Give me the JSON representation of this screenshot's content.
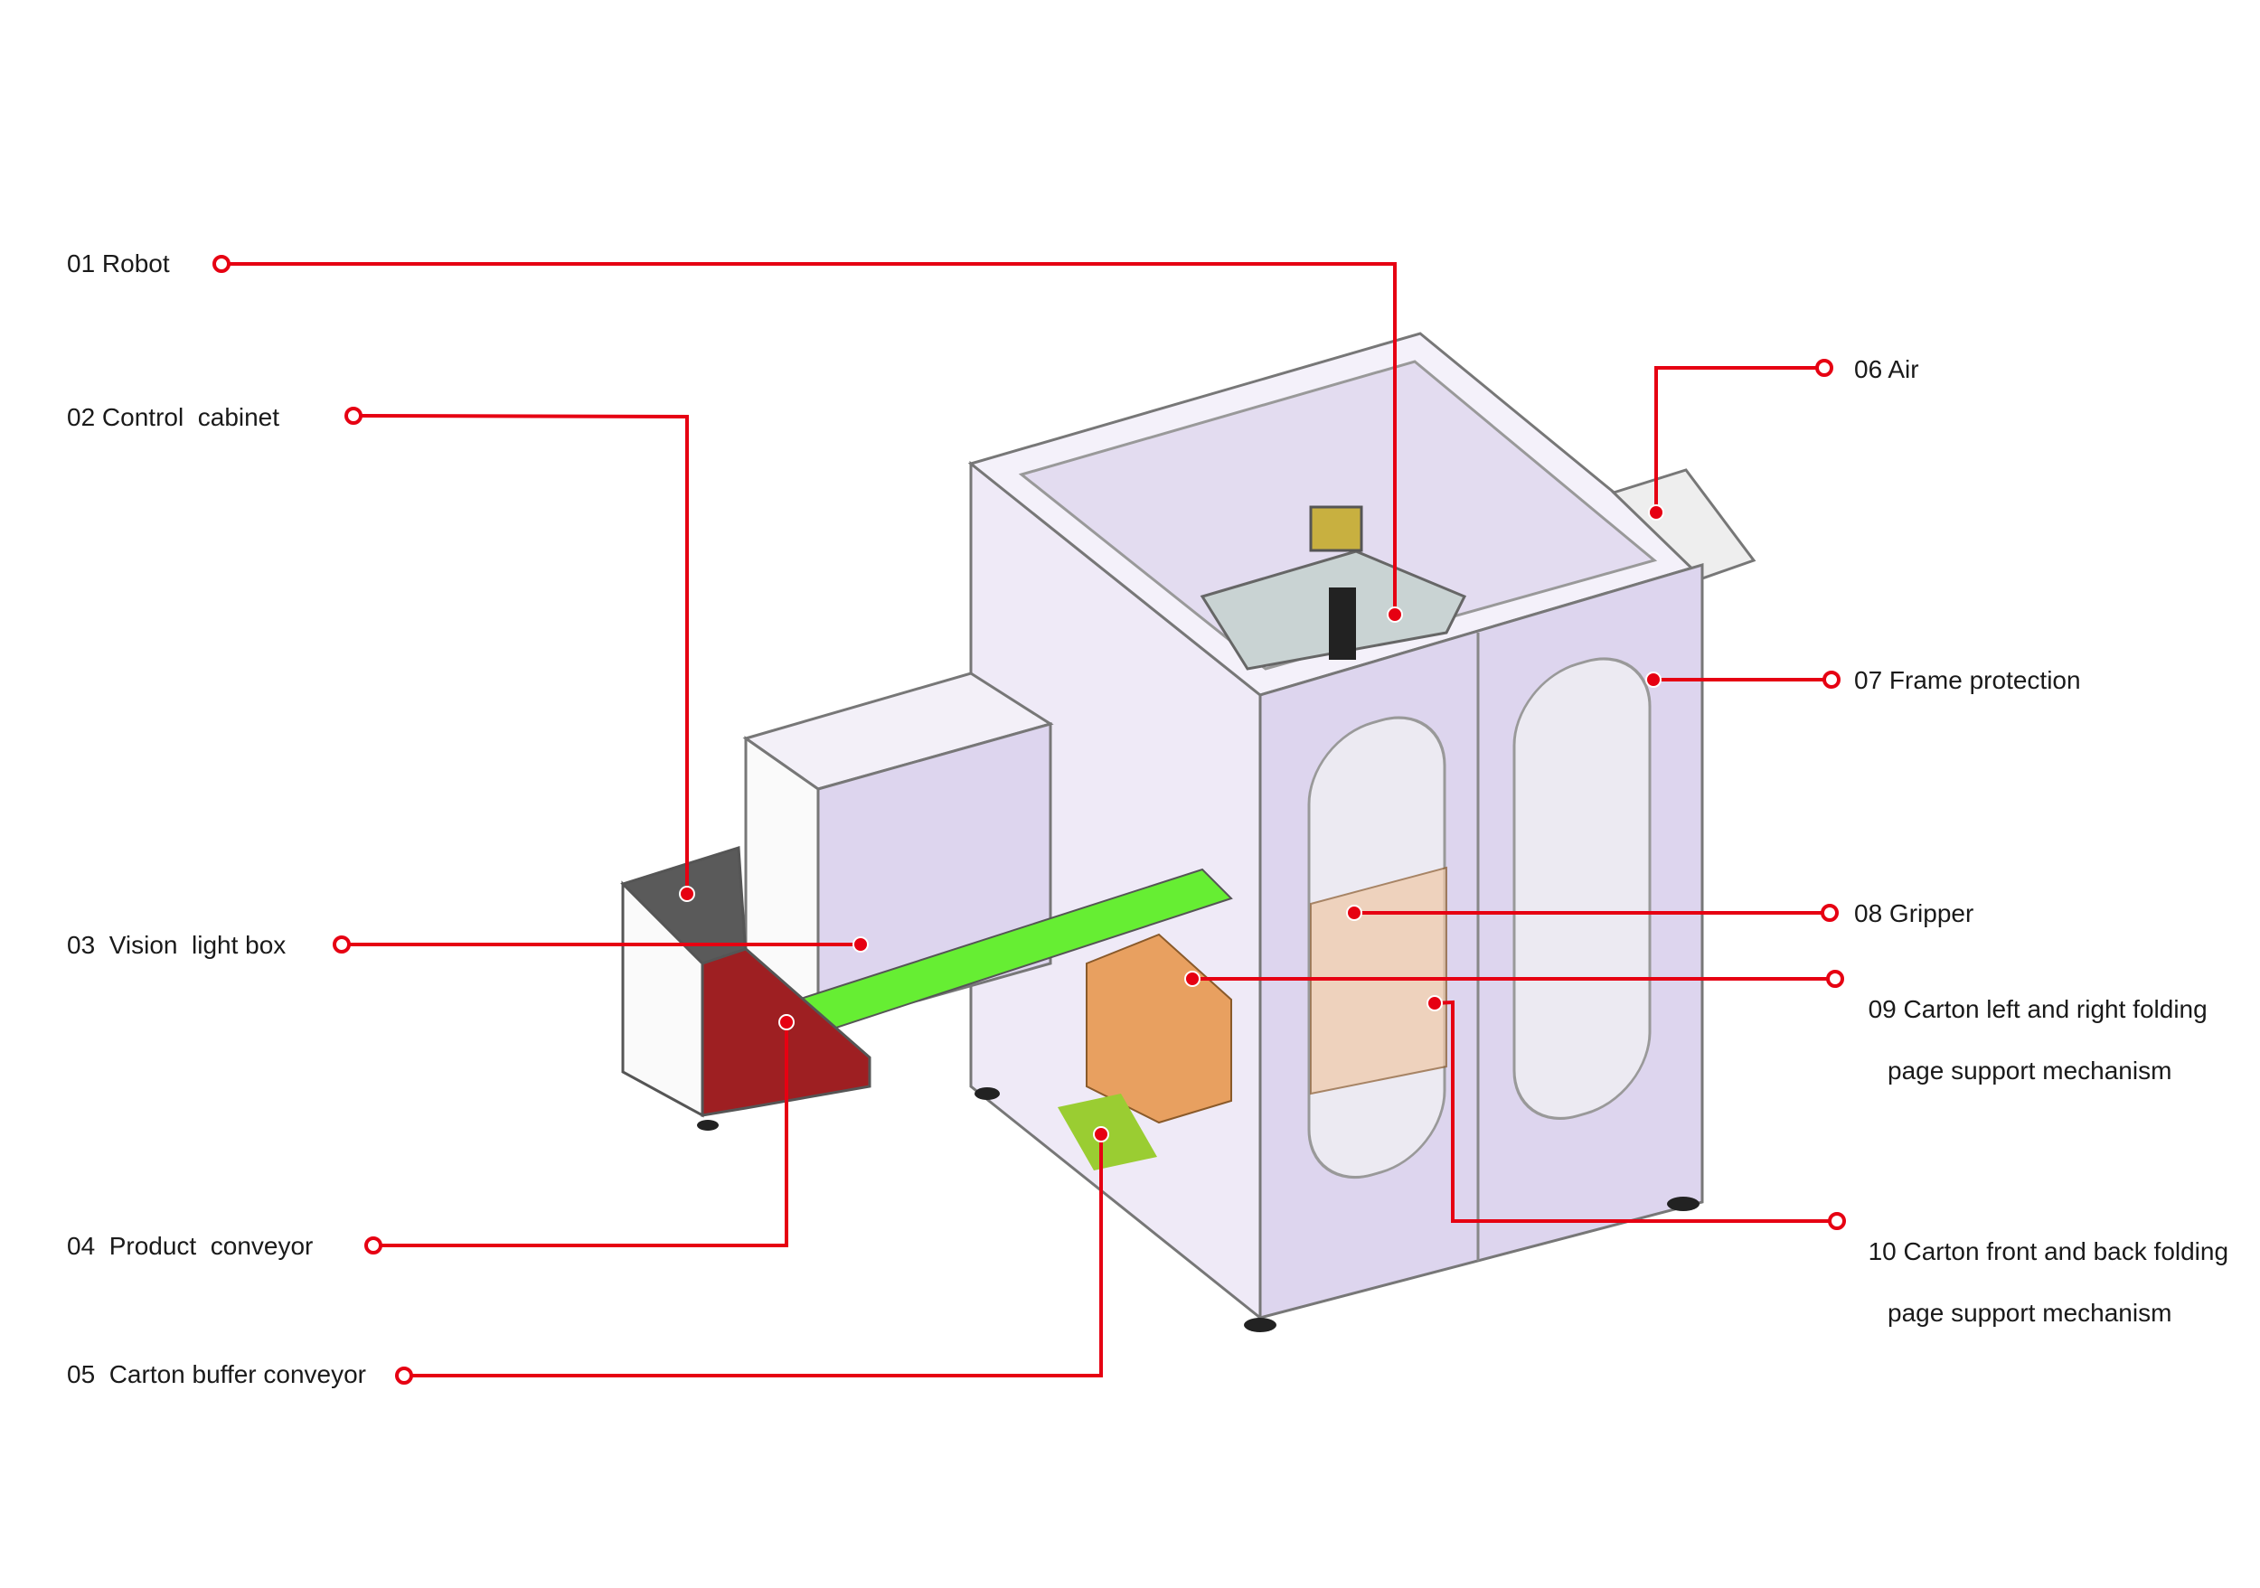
{
  "callouts": [
    {
      "id": "01",
      "text": "01 Robot"
    },
    {
      "id": "02",
      "text": "02 Control  cabinet"
    },
    {
      "id": "03",
      "text": "03  Vision  light box"
    },
    {
      "id": "04",
      "text": "04  Product  conveyor"
    },
    {
      "id": "05",
      "text": "05  Carton buffer conveyor"
    },
    {
      "id": "06",
      "text": "06 Air"
    },
    {
      "id": "07",
      "text": "07 Frame protection"
    },
    {
      "id": "08",
      "text": "08 Gripper"
    },
    {
      "id": "09",
      "text": "09 Carton left and right folding",
      "line2": "page support mechanism"
    },
    {
      "id": "10",
      "text": "10 Carton front and back folding",
      "line2": "page support mechanism"
    }
  ],
  "colors": {
    "leader": "#e60012",
    "frame": "#ddd5ee",
    "conveyor": "#66ee33",
    "cabinet": "#9e1f22",
    "carton": "#e8a060"
  }
}
